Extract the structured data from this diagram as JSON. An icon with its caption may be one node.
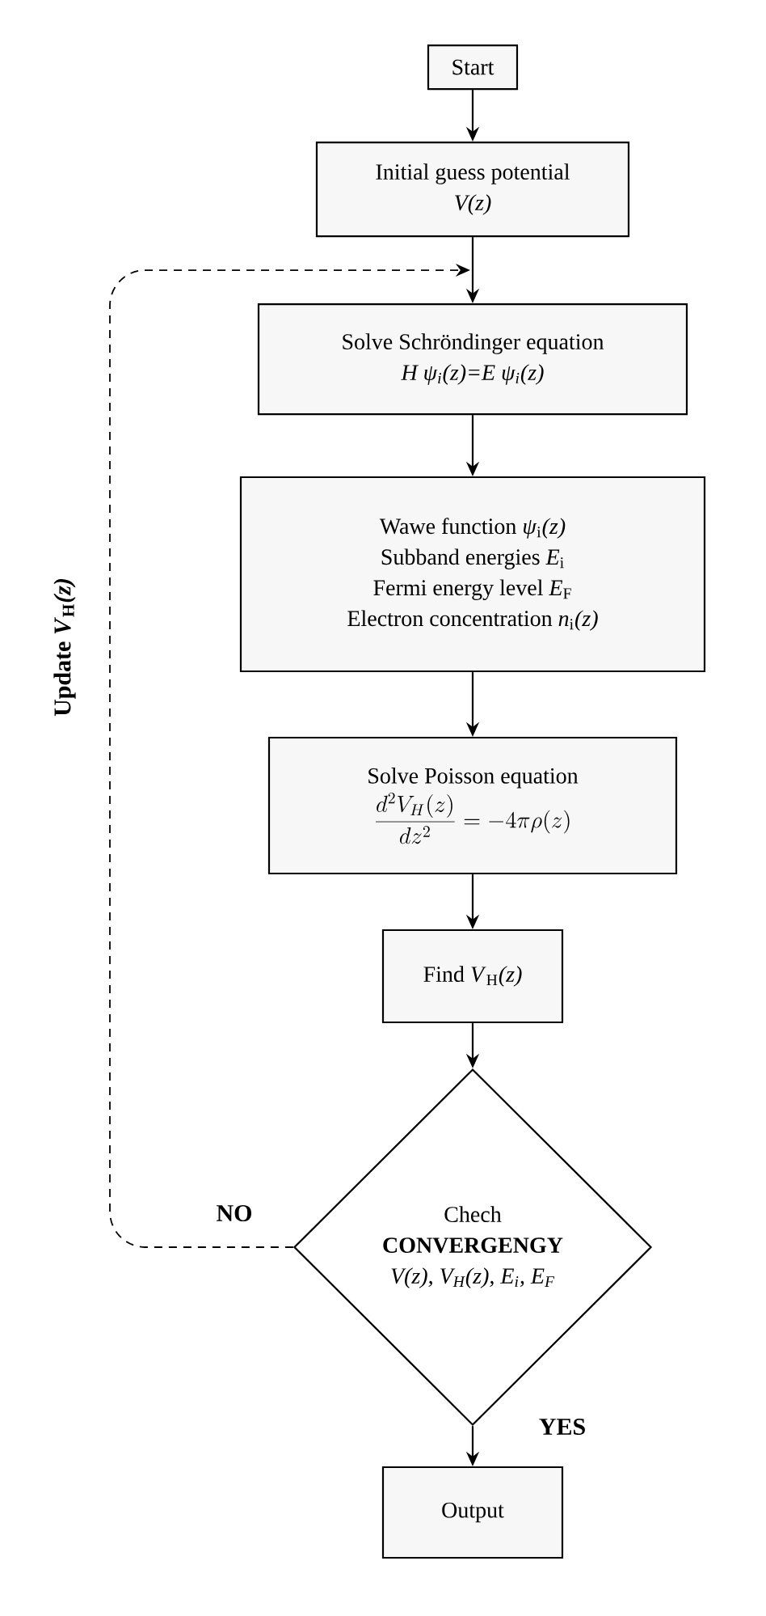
{
  "diagram": {
    "nodes": [
      {
        "text": [
          "Start"
        ]
      },
      {
        "text": [
          "Initial guess potential",
          "V(z)"
        ]
      },
      {
        "text": [
          "Solve Schröndinger equation",
          "H ψ$_{i}$(z)=E ψ$_{i}$(z)"
        ]
      },
      {
        "text": [
          "Wawe function *ψ*$_{i}$*(z)*",
          "Subband energies *E*$_{i}$",
          "Fermi energy level *E*$_{F}$",
          "Electron concentration *n*$_{i}$*(z)*"
        ]
      },
      {
        "text": [
          "Solve Poisson equation",
          "\\frac{d^{2}V_{H}(z)}{dz^{2}} = -4\\pi\\rho(z)"
        ]
      },
      {
        "text": [
          "Find *V*$_{H}$*(z)*"
        ]
      },
      {
        "text": [
          "Chech",
          "CONVERGENGY",
          "V(z), V$_{H}$(z), E$_{i}$, E$_{F}$"
        ]
      },
      {
        "text": [
          "Output"
        ]
      }
    ],
    "edges": [
      {
        "from": 0,
        "to": 1,
        "arrow": "to"
      },
      {
        "from": 1,
        "to": 2,
        "arrow": "to"
      },
      {
        "from": 2,
        "to": 3,
        "arrow": "to"
      },
      {
        "from": 3,
        "to": 4,
        "arrow": "to"
      },
      {
        "from": 4,
        "to": 5,
        "arrow": "to"
      },
      {
        "from": 5,
        "to": 6,
        "arrow": "to"
      },
      {
        "from": 6,
        "to": 7,
        "arrow": "to",
        "label": "YES"
      },
      {
        "from": 6,
        "to": 2,
        "arrow": "to",
        "label": "NO",
        "style": "dashed"
      }
    ],
    "labels": [
      "Update *V*$_{H}$*(z)*"
    ]
  }
}
